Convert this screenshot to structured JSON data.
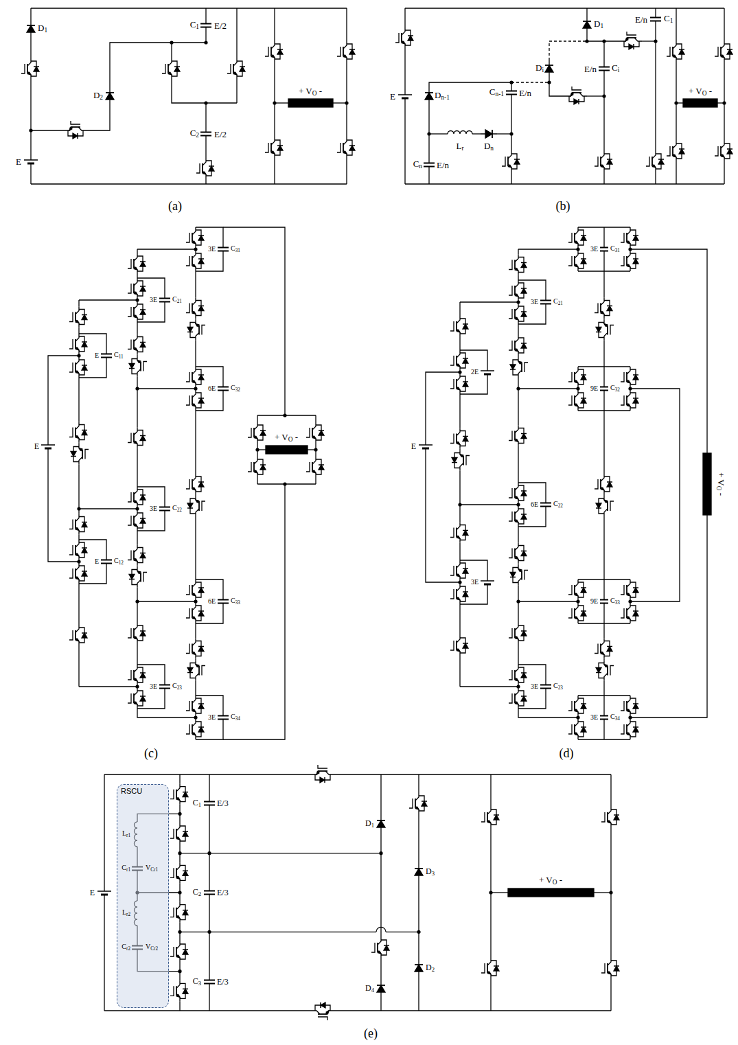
{
  "diagram": {
    "nodes": [
      {
        "text": [
          "RSCU"
        ]
      }
    ],
    "labels": [
      "D1",
      "D2",
      "C1",
      "E/2",
      "C2",
      "E/2",
      "E",
      "+ VO -",
      "(a)",
      "D1",
      "E/n",
      "C1",
      "Di",
      "E/n",
      "Ci",
      "E",
      "Dn-1",
      "Cn-1",
      "E/n",
      "Lr",
      "Dn",
      "Cn",
      "E/n",
      "+ VO -",
      "(b)",
      "3E",
      "C31",
      "3E",
      "C21",
      "E",
      "C11",
      "6E",
      "C32",
      "E",
      "+ VO -",
      "3E",
      "C22",
      "E",
      "C12",
      "6E",
      "C33",
      "3E",
      "C23",
      "3E",
      "C34",
      "(c)",
      "3E",
      "C31",
      "3E",
      "C21",
      "2E",
      "9E",
      "C32",
      "E",
      "+ VO -",
      "6E",
      "C22",
      "3E",
      "9E",
      "C33",
      "3E",
      "C23",
      "3E",
      "C34",
      "(d)",
      "C1",
      "E/3",
      "D1",
      "Lr1",
      "Cr1",
      "VCr1",
      "D3",
      "+ VO -",
      "E",
      "C2",
      "E/3",
      "Lr2",
      "Cr2",
      "VCr2",
      "D2",
      "C3",
      "E/3",
      "D4",
      "(e)"
    ]
  }
}
